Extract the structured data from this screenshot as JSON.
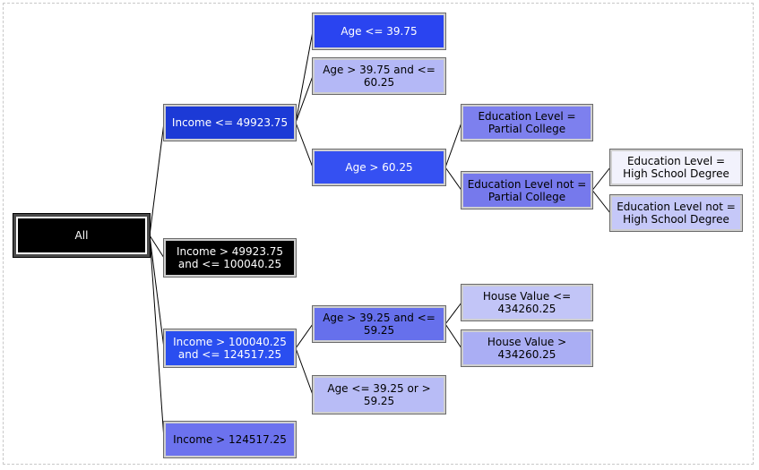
{
  "tree": {
    "nodes": [
      {
        "id": "all",
        "label": "All",
        "fill": "#000000",
        "text_color": "#ffffff",
        "selected": true
      },
      {
        "id": "inc1",
        "label": "Income <= 49923.75",
        "fill": "#1c3ad6",
        "text_color": "#ffffff"
      },
      {
        "id": "inc2",
        "label": "Income > 49923.75 and <= 100040.25",
        "fill": "#000000",
        "text_color": "#ffffff"
      },
      {
        "id": "inc3",
        "label": "Income > 100040.25 and <= 124517.25",
        "fill": "#2a4ef0",
        "text_color": "#ffffff"
      },
      {
        "id": "inc4",
        "label": "Income > 124517.25",
        "fill": "#6c72ee",
        "text_color": "#000000"
      },
      {
        "id": "age1",
        "label": "Age <= 39.75",
        "fill": "#2a44f0",
        "text_color": "#ffffff"
      },
      {
        "id": "age2",
        "label": "Age > 39.75 and <= 60.25",
        "fill": "#b4b8f6",
        "text_color": "#000000"
      },
      {
        "id": "age3",
        "label": "Age > 60.25",
        "fill": "#3550f2",
        "text_color": "#ffffff"
      },
      {
        "id": "edu1",
        "label": "Education Level = Partial College",
        "fill": "#7d80ee",
        "text_color": "#000000"
      },
      {
        "id": "edu2",
        "label": "Education Level not = Partial College",
        "fill": "#7679ec",
        "text_color": "#000000"
      },
      {
        "id": "hs1",
        "label": "Education Level = High School Degree",
        "fill": "#f2f2fc",
        "text_color": "#000000"
      },
      {
        "id": "hs2",
        "label": "Education Level not = High School Degree",
        "fill": "#c5c8f8",
        "text_color": "#000000"
      },
      {
        "id": "age4",
        "label": "Age > 39.25 and <= 59.25",
        "fill": "#6670ec",
        "text_color": "#000000"
      },
      {
        "id": "age5",
        "label": "Age <= 39.25 or > 59.25",
        "fill": "#b8bcf6",
        "text_color": "#000000"
      },
      {
        "id": "hv1",
        "label": "House Value <= 434260.25",
        "fill": "#c2c5f7",
        "text_color": "#000000"
      },
      {
        "id": "hv2",
        "label": "House Value > 434260.25",
        "fill": "#aaaef4",
        "text_color": "#000000"
      }
    ],
    "edges": [
      [
        "all",
        "inc1"
      ],
      [
        "all",
        "inc2"
      ],
      [
        "all",
        "inc3"
      ],
      [
        "all",
        "inc4"
      ],
      [
        "inc1",
        "age1"
      ],
      [
        "inc1",
        "age2"
      ],
      [
        "inc1",
        "age3"
      ],
      [
        "age3",
        "edu1"
      ],
      [
        "age3",
        "edu2"
      ],
      [
        "edu2",
        "hs1"
      ],
      [
        "edu2",
        "hs2"
      ],
      [
        "inc3",
        "age4"
      ],
      [
        "inc3",
        "age5"
      ],
      [
        "age4",
        "hv1"
      ],
      [
        "age4",
        "hv2"
      ]
    ]
  }
}
